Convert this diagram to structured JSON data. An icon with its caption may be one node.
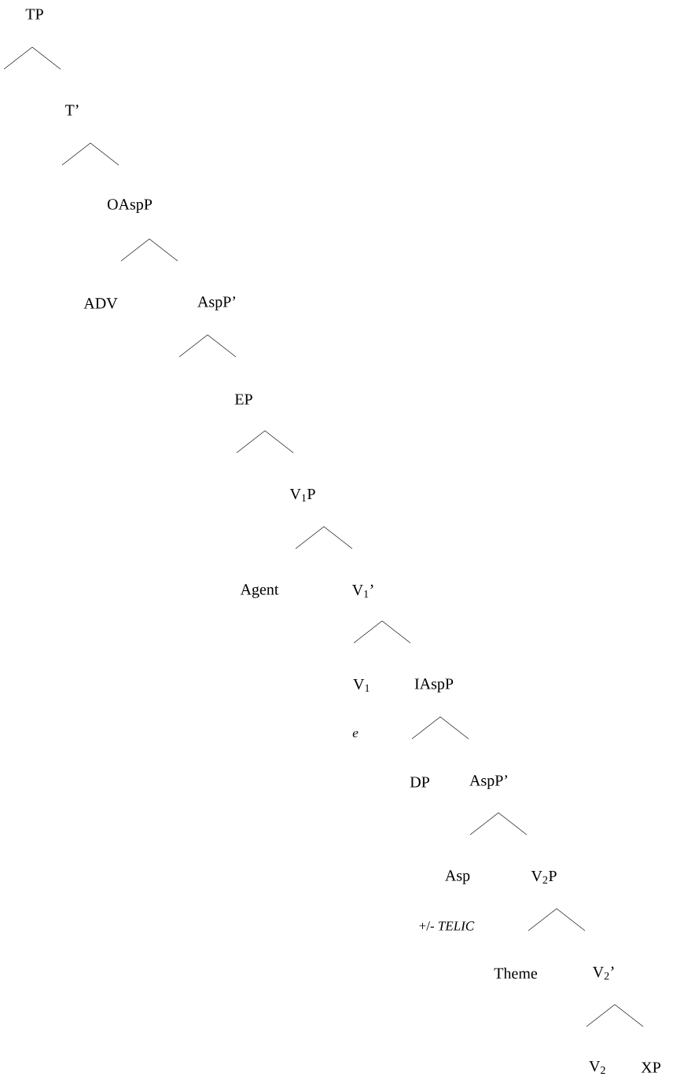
{
  "diagram": {
    "nodes": [
      {
        "text": [
          "TP"
        ]
      },
      {
        "text": [
          "T’"
        ]
      },
      {
        "text": [
          "OAspP"
        ]
      },
      {
        "text": [
          "ADV"
        ]
      },
      {
        "text": [
          "AspP’"
        ]
      },
      {
        "text": [
          "EP"
        ]
      },
      {
        "text": [
          "V$_{1}$P"
        ]
      },
      {
        "text": [
          "Agent"
        ]
      },
      {
        "text": [
          "V$_{1}$’"
        ]
      },
      {
        "text": [
          "V$_{1}$"
        ],
        "beside": [
          "*e*"
        ]
      },
      {
        "text": [
          "IAspP"
        ]
      },
      {
        "text": [
          "DP"
        ]
      },
      {
        "text": [
          "AspP’"
        ]
      },
      {
        "text": [
          "Asp"
        ],
        "beside": [
          "+/- *TELIC*"
        ]
      },
      {
        "text": [
          "V$_{2}$P"
        ]
      },
      {
        "text": [
          "Theme"
        ]
      },
      {
        "text": [
          "V$_{2}$’"
        ]
      },
      {
        "text": [
          "V$_{2}$"
        ]
      },
      {
        "text": [
          "XP"
        ]
      }
    ],
    "edges": [
      {
        "from": 0,
        "to": 1,
        "arrow": "none"
      },
      {
        "from": 1,
        "to": 2,
        "arrow": "none"
      },
      {
        "from": 2,
        "to": 3,
        "arrow": "none"
      },
      {
        "from": 2,
        "to": 4,
        "arrow": "none"
      },
      {
        "from": 4,
        "to": 5,
        "arrow": "none"
      },
      {
        "from": 5,
        "to": 6,
        "arrow": "none"
      },
      {
        "from": 6,
        "to": 7,
        "arrow": "none"
      },
      {
        "from": 6,
        "to": 8,
        "arrow": "none"
      },
      {
        "from": 8,
        "to": 9,
        "arrow": "none"
      },
      {
        "from": 8,
        "to": 10,
        "arrow": "none"
      },
      {
        "from": 10,
        "to": 11,
        "arrow": "none"
      },
      {
        "from": 10,
        "to": 12,
        "arrow": "none"
      },
      {
        "from": 12,
        "to": 13,
        "arrow": "none"
      },
      {
        "from": 12,
        "to": 14,
        "arrow": "none"
      },
      {
        "from": 14,
        "to": 15,
        "arrow": "none"
      },
      {
        "from": 14,
        "to": 16,
        "arrow": "none"
      },
      {
        "from": 16,
        "to": 17,
        "arrow": "none"
      },
      {
        "from": 16,
        "to": 18,
        "arrow": "none"
      }
    ]
  }
}
